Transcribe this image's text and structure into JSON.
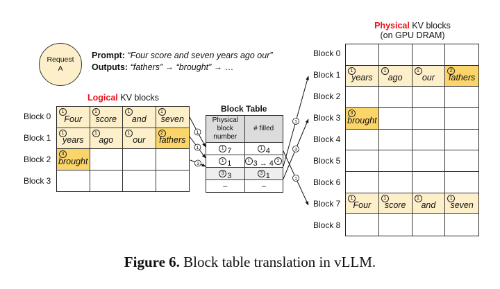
{
  "request": {
    "line1": "Request",
    "line2": "A"
  },
  "prompt": {
    "label": "Prompt:",
    "text": "“Four score and seven years ago our”"
  },
  "outputs": {
    "label": "Outputs:",
    "first": "“fathers”",
    "arrow1": " → ",
    "second": "“brought”",
    "arrow2": " → …"
  },
  "logical": {
    "title_red": "Logical",
    "title_rest": " KV blocks",
    "rows": [
      {
        "label": "Block 0",
        "cells": [
          {
            "tok": "Four",
            "step": "1",
            "fill": "light"
          },
          {
            "tok": "score",
            "step": "1",
            "fill": "light"
          },
          {
            "tok": "and",
            "step": "1",
            "fill": "light"
          },
          {
            "tok": "seven",
            "step": "1",
            "fill": "light"
          }
        ]
      },
      {
        "label": "Block 1",
        "cells": [
          {
            "tok": "years",
            "step": "1",
            "fill": "light"
          },
          {
            "tok": "ago",
            "step": "1",
            "fill": "light"
          },
          {
            "tok": "our",
            "step": "1",
            "fill": "light"
          },
          {
            "tok": "fathers",
            "step": "2",
            "fill": "dark"
          }
        ]
      },
      {
        "label": "Block 2",
        "cells": [
          {
            "tok": "brought",
            "step": "3",
            "fill": "dark"
          },
          {
            "tok": "",
            "step": "",
            "fill": ""
          },
          {
            "tok": "",
            "step": "",
            "fill": ""
          },
          {
            "tok": "",
            "step": "",
            "fill": ""
          }
        ]
      },
      {
        "label": "Block 3",
        "cells": [
          {
            "tok": "",
            "step": "",
            "fill": ""
          },
          {
            "tok": "",
            "step": "",
            "fill": ""
          },
          {
            "tok": "",
            "step": "",
            "fill": ""
          },
          {
            "tok": "",
            "step": "",
            "fill": ""
          }
        ]
      }
    ]
  },
  "block_table": {
    "title": "Block Table",
    "headers": [
      "Physical block number",
      "# filled"
    ],
    "rows": [
      {
        "phys_step": "1",
        "phys": "7",
        "fill_step": "1",
        "filled": "4",
        "extra": "",
        "extra_step": ""
      },
      {
        "phys_step": "1",
        "phys": "1",
        "fill_step": "1",
        "filled": "3 → 4",
        "extra": "",
        "extra_step": "2"
      },
      {
        "phys_step": "3",
        "phys": "3",
        "fill_step": "3",
        "filled": "1",
        "extra": "",
        "extra_step": ""
      },
      {
        "phys_step": "",
        "phys": "–",
        "fill_step": "",
        "filled": "–",
        "extra": "",
        "extra_step": ""
      }
    ]
  },
  "physical": {
    "title_red": "Physical",
    "title_rest": " KV blocks",
    "subtitle": "(on GPU DRAM)",
    "rows": [
      {
        "label": "Block 0",
        "cells": [
          {
            "tok": "",
            "step": "",
            "fill": ""
          },
          {
            "tok": "",
            "step": "",
            "fill": ""
          },
          {
            "tok": "",
            "step": "",
            "fill": ""
          },
          {
            "tok": "",
            "step": "",
            "fill": ""
          }
        ]
      },
      {
        "label": "Block 1",
        "cells": [
          {
            "tok": "years",
            "step": "1",
            "fill": "light"
          },
          {
            "tok": "ago",
            "step": "1",
            "fill": "light"
          },
          {
            "tok": "our",
            "step": "1",
            "fill": "light"
          },
          {
            "tok": "fathers",
            "step": "2",
            "fill": "dark"
          }
        ]
      },
      {
        "label": "Block 2",
        "cells": [
          {
            "tok": "",
            "step": "",
            "fill": ""
          },
          {
            "tok": "",
            "step": "",
            "fill": ""
          },
          {
            "tok": "",
            "step": "",
            "fill": ""
          },
          {
            "tok": "",
            "step": "",
            "fill": ""
          }
        ]
      },
      {
        "label": "Block 3",
        "cells": [
          {
            "tok": "brought",
            "step": "3",
            "fill": "dark"
          },
          {
            "tok": "",
            "step": "",
            "fill": ""
          },
          {
            "tok": "",
            "step": "",
            "fill": ""
          },
          {
            "tok": "",
            "step": "",
            "fill": ""
          }
        ]
      },
      {
        "label": "Block 4",
        "cells": [
          {
            "tok": "",
            "step": "",
            "fill": ""
          },
          {
            "tok": "",
            "step": "",
            "fill": ""
          },
          {
            "tok": "",
            "step": "",
            "fill": ""
          },
          {
            "tok": "",
            "step": "",
            "fill": ""
          }
        ]
      },
      {
        "label": "Block 5",
        "cells": [
          {
            "tok": "",
            "step": "",
            "fill": ""
          },
          {
            "tok": "",
            "step": "",
            "fill": ""
          },
          {
            "tok": "",
            "step": "",
            "fill": ""
          },
          {
            "tok": "",
            "step": "",
            "fill": ""
          }
        ]
      },
      {
        "label": "Block 6",
        "cells": [
          {
            "tok": "",
            "step": "",
            "fill": ""
          },
          {
            "tok": "",
            "step": "",
            "fill": ""
          },
          {
            "tok": "",
            "step": "",
            "fill": ""
          },
          {
            "tok": "",
            "step": "",
            "fill": ""
          }
        ]
      },
      {
        "label": "Block 7",
        "cells": [
          {
            "tok": "Four",
            "step": "1",
            "fill": "light"
          },
          {
            "tok": "score",
            "step": "1",
            "fill": "light"
          },
          {
            "tok": "and",
            "step": "1",
            "fill": "light"
          },
          {
            "tok": "seven",
            "step": "1",
            "fill": "light"
          }
        ]
      },
      {
        "label": "Block 8",
        "cells": [
          {
            "tok": "",
            "step": "",
            "fill": ""
          },
          {
            "tok": "",
            "step": "",
            "fill": ""
          },
          {
            "tok": "",
            "step": "",
            "fill": ""
          },
          {
            "tok": "",
            "step": "",
            "fill": ""
          }
        ]
      }
    ]
  },
  "arrows": {
    "logical_to_table": [
      "1",
      "1",
      "3"
    ],
    "table_to_physical": [
      "1",
      "1",
      "3"
    ]
  },
  "colors": {
    "light": "#fdefc9",
    "dark": "#fcd56a",
    "red": "#e8121b"
  },
  "caption": {
    "label": "Figure 6.",
    "text": " Block table translation in vLLM."
  }
}
